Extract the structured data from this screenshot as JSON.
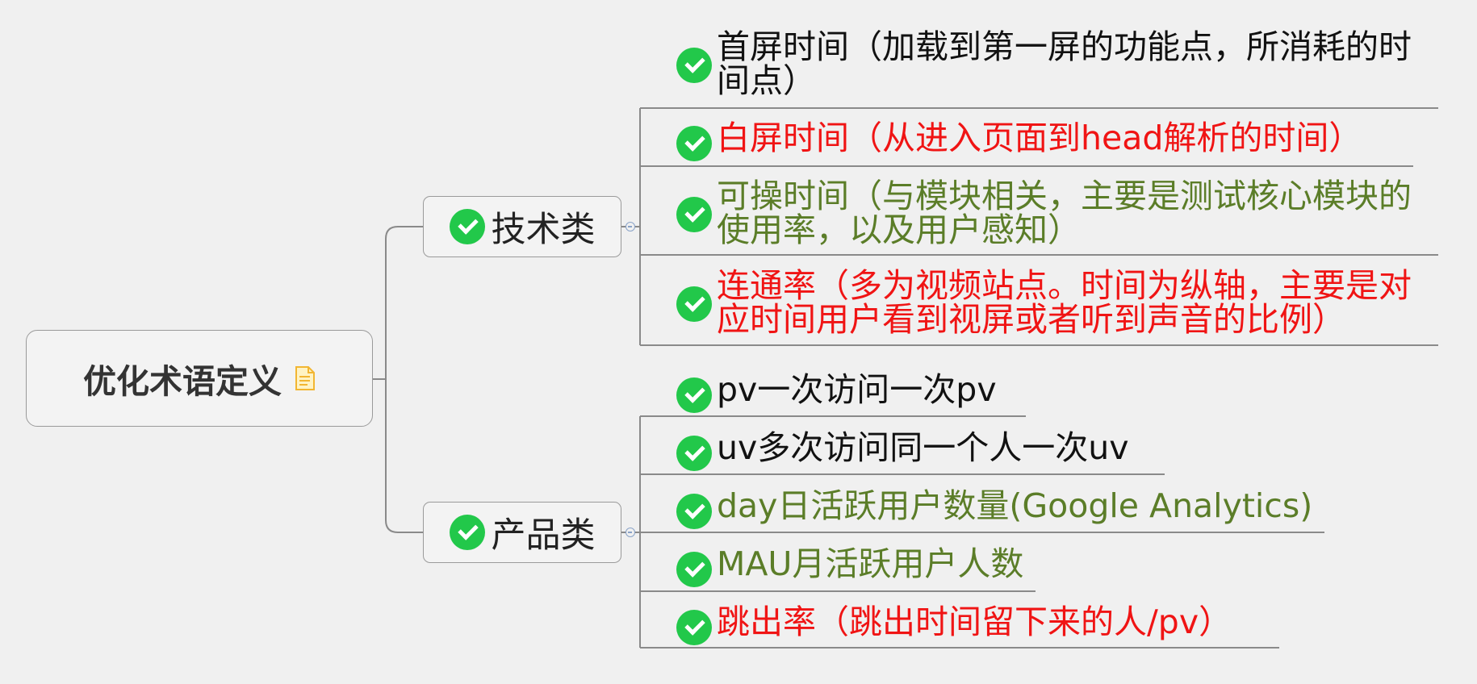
{
  "root": {
    "title": "优化术语定义",
    "note_icon": "document-note-icon"
  },
  "colors": {
    "check": "#22c84a",
    "red": "#f01414",
    "green": "#5b7d28",
    "black": "#111111",
    "connector": "#8a8a8a"
  },
  "branches": [
    {
      "label": "技术类",
      "items": [
        {
          "text": "首屏时间（加载到第一屏的功能点，所消耗的时间点）",
          "color": "black"
        },
        {
          "text": "白屏时间（从进入页面到head解析的时间）",
          "color": "red"
        },
        {
          "text": "可操时间（与模块相关，主要是测试核心模块的使用率，以及用户感知）",
          "color": "green"
        },
        {
          "text": "连通率（多为视频站点。时间为纵轴，主要是对应时间用户看到视屏或者听到声音的比例）",
          "color": "red"
        }
      ]
    },
    {
      "label": "产品类",
      "items": [
        {
          "text": "pv一次访问一次pv",
          "color": "black"
        },
        {
          "text": "uv多次访问同一个人一次uv",
          "color": "black"
        },
        {
          "text": "day日活跃用户数量(Google Analytics)",
          "color": "green"
        },
        {
          "text": "MAU月活跃用户人数",
          "color": "green"
        },
        {
          "text": "跳出率（跳出时间留下来的人/pv）",
          "color": "red"
        }
      ]
    }
  ]
}
